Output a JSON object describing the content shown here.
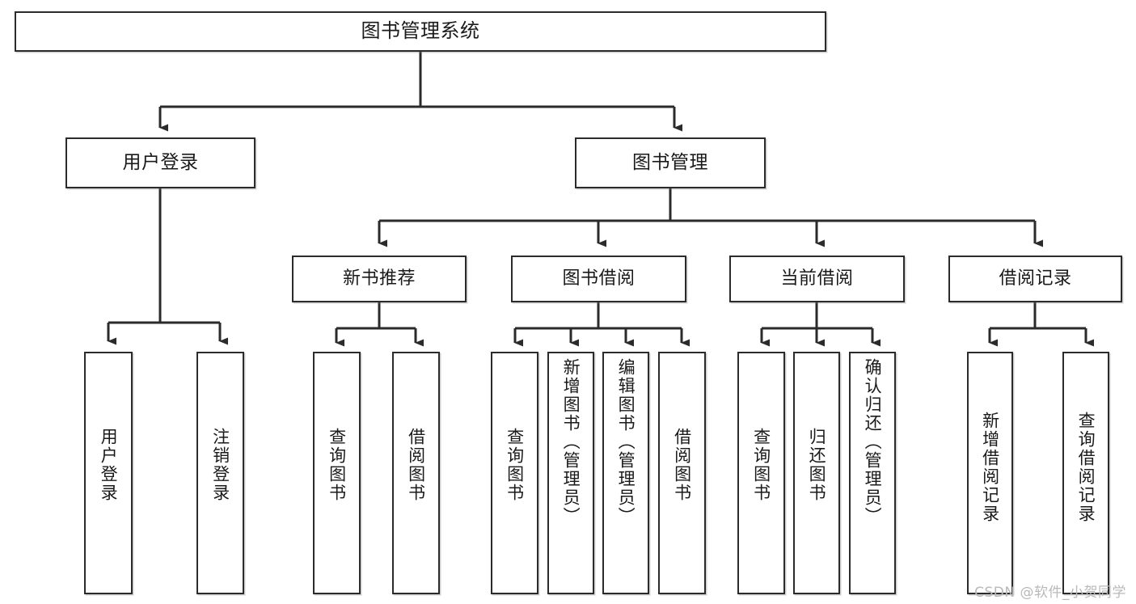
{
  "diagram": {
    "title": "图书管理系统",
    "type": "hierarchy-tree",
    "root": {
      "id": "root",
      "label": "图书管理系统"
    },
    "level2": [
      {
        "id": "user-login",
        "label": "用户登录"
      },
      {
        "id": "book-manage",
        "label": "图书管理"
      }
    ],
    "level3": [
      {
        "id": "new-book-rec",
        "label": "新书推荐",
        "parent": "book-manage"
      },
      {
        "id": "book-borrow",
        "label": "图书借阅",
        "parent": "book-manage"
      },
      {
        "id": "current-borrow",
        "label": "当前借阅",
        "parent": "book-manage"
      },
      {
        "id": "borrow-record",
        "label": "借阅记录",
        "parent": "book-manage"
      }
    ],
    "leaves": [
      {
        "id": "leaf-user-login",
        "label": "用户登录",
        "parent": "user-login"
      },
      {
        "id": "leaf-logout",
        "label": "注销登录",
        "parent": "user-login"
      },
      {
        "id": "leaf-query-book-1",
        "label": "查询图书",
        "parent": "new-book-rec"
      },
      {
        "id": "leaf-borrow-book-1",
        "label": "借阅图书",
        "parent": "new-book-rec"
      },
      {
        "id": "leaf-query-book-2",
        "label": "查询图书",
        "parent": "book-borrow"
      },
      {
        "id": "leaf-add-book",
        "label": "新增图书（管理员）",
        "parent": "book-borrow"
      },
      {
        "id": "leaf-edit-book",
        "label": "编辑图书（管理员）",
        "parent": "book-borrow"
      },
      {
        "id": "leaf-borrow-book-2",
        "label": "借阅图书",
        "parent": "book-borrow"
      },
      {
        "id": "leaf-query-book-3",
        "label": "查询图书",
        "parent": "current-borrow"
      },
      {
        "id": "leaf-return-book",
        "label": "归还图书",
        "parent": "current-borrow"
      },
      {
        "id": "leaf-confirm-return",
        "label": "确认归还（管理员）",
        "parent": "current-borrow"
      },
      {
        "id": "leaf-add-record",
        "label": "新增借阅记录",
        "parent": "borrow-record"
      },
      {
        "id": "leaf-query-record",
        "label": "查询借阅记录",
        "parent": "borrow-record"
      }
    ]
  },
  "watermark": {
    "text": "CSDN @软件_小贺同学"
  },
  "colors": {
    "border": "#2b2b2b",
    "background": "#ffffff",
    "text": "#1a1a1a",
    "watermark": "#b9b9b9"
  }
}
